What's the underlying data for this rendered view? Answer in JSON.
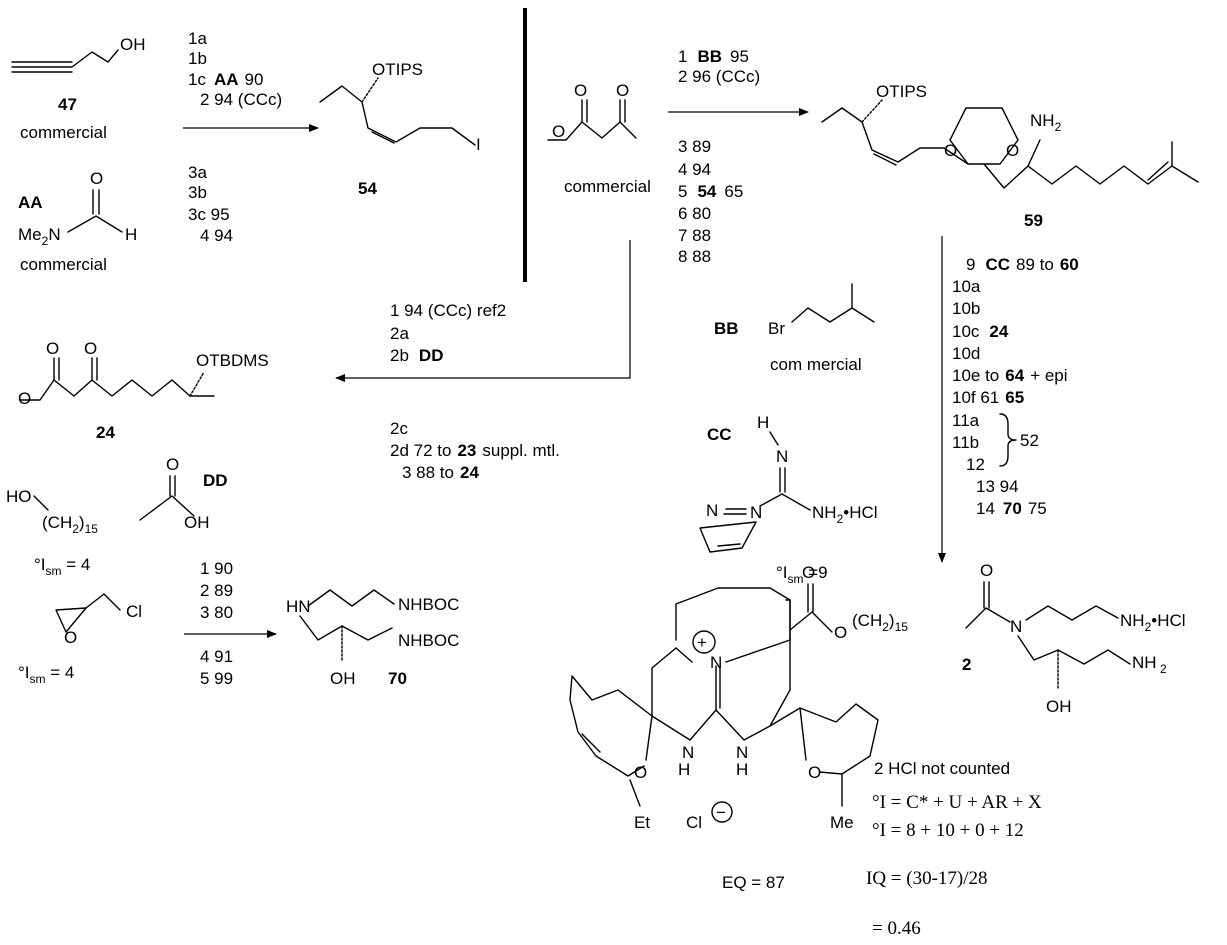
{
  "compounds": {
    "c47": "47",
    "c54": "54",
    "c59": "59",
    "c24": "24",
    "c70": "70",
    "c2": "2",
    "commercial": "commercial",
    "commercial_spaced": "com mercial"
  },
  "atoms": {
    "OH": "OH",
    "O": "O",
    "OTIPS": "OTIPS",
    "I": "I",
    "NH2": "NH",
    "sub2": "2",
    "OTBDMS": "OTBDMS",
    "H": "H",
    "N": "N",
    "Me2N": "Me",
    "Br": "Br",
    "NH2HCl": "NH",
    "HCl_dot": "•HCl",
    "HO": "HO",
    "CH2_15": "(CH",
    "sub15": "15",
    "close_paren": ")",
    "Cl": "Cl",
    "HN": "HN",
    "NHBOC": "NHBOC",
    "Et": "Et",
    "Me": "Me",
    "NH2_HCl_2": "NH",
    "plus": "+",
    "minus": "−"
  },
  "reagents": {
    "AA": "AA",
    "BB": "BB",
    "CC": "CC",
    "DD": "DD"
  },
  "steps": {
    "s47_54": [
      "1a",
      "1b",
      "1c",
      "AA",
      "90",
      "2  94 (CCc)",
      "3a",
      "3b",
      "3c  95",
      "4  94"
    ],
    "s_bb": [
      "1",
      "BB",
      "95",
      "2  96 (CCc)",
      "3  89",
      "4  94",
      "5",
      "54",
      "65",
      "6  80",
      "7  88",
      "8  88"
    ],
    "s_24": [
      "1 94 (CCc)  ref2",
      "2a",
      "2b",
      "DD",
      "2c",
      "2d  72 to",
      "23",
      "suppl. mtl.",
      "3  88 to",
      "24"
    ],
    "s_59": [
      "9",
      "CC",
      "89 to",
      "60",
      "10a",
      "10b",
      "10c",
      "24",
      "10d",
      "10e  to",
      "64",
      "+ epi",
      "10f  61",
      "65",
      "11a",
      "11b",
      "12",
      "52",
      "13  94",
      "14",
      "70",
      "75"
    ],
    "s_70": [
      "1  90",
      "2  89",
      "3  80",
      "4  91",
      "5  99"
    ]
  },
  "notes": {
    "ism_label": "°I",
    "ism_sub": "sm",
    "ism_dd": " = 4",
    "ism_epi": " = 4",
    "ism_cc": "  =9",
    "hcl_note": "2 HCl not counted",
    "formula1": "°I = C* + U +  AR  + X",
    "formula2": "°I = 8 + 10 + 0  + 12",
    "eq": "EQ = 87",
    "iq": "IQ = (30-17)/28",
    "iq_result": "= 0.46"
  }
}
